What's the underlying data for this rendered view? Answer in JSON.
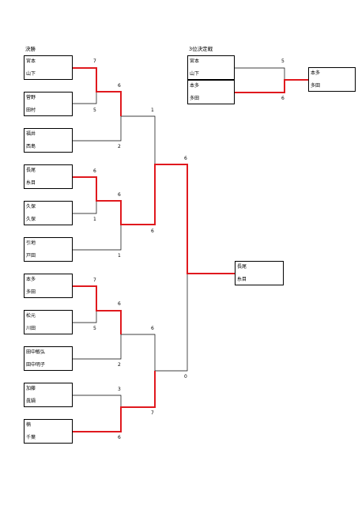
{
  "titles": {
    "main": "決勝",
    "third": "3位決定戦"
  },
  "teams": [
    {
      "p1": "宮本",
      "p2": "山下"
    },
    {
      "p1": "菅野",
      "p2": "田村"
    },
    {
      "p1": "福井",
      "p2": "西島"
    },
    {
      "p1": "長尾",
      "p2": "糸目"
    },
    {
      "p1": "久保",
      "p2": "久保"
    },
    {
      "p1": "引地",
      "p2": "戸田"
    },
    {
      "p1": "本多",
      "p2": "多田"
    },
    {
      "p1": "松元",
      "p2": "川田"
    },
    {
      "p1": "田中敏弘",
      "p2": "田中明子"
    },
    {
      "p1": "加藤",
      "p2": "眞鍋"
    },
    {
      "p1": "楠",
      "p2": "千葉"
    }
  ],
  "scores": {
    "r1_a": "7",
    "r1_b": "5",
    "r1_c": "6",
    "r1_d": "1",
    "r1_e": "7",
    "r1_f": "5",
    "r1_g": "3",
    "r1_h": "6",
    "r2_a": "6",
    "r2_b": "2",
    "r2_c": "6",
    "r2_d": "1",
    "r2_e": "6",
    "r2_f": "2",
    "r3_a": "1",
    "r3_b": "6",
    "r3_c": "6",
    "r3_d": "7",
    "final_top": "6",
    "final_bottom": "0",
    "third_top": "5",
    "third_bottom": "6"
  },
  "champion": {
    "p1": "長尾",
    "p2": "糸目"
  },
  "third_match": {
    "teamA": {
      "p1": "宮本",
      "p2": "山下"
    },
    "teamB": {
      "p1": "本多",
      "p2": "多田"
    },
    "winner": {
      "p1": "本多",
      "p2": "多田"
    }
  },
  "colors": {
    "win_line": "#e0191e",
    "line": "#000000"
  }
}
